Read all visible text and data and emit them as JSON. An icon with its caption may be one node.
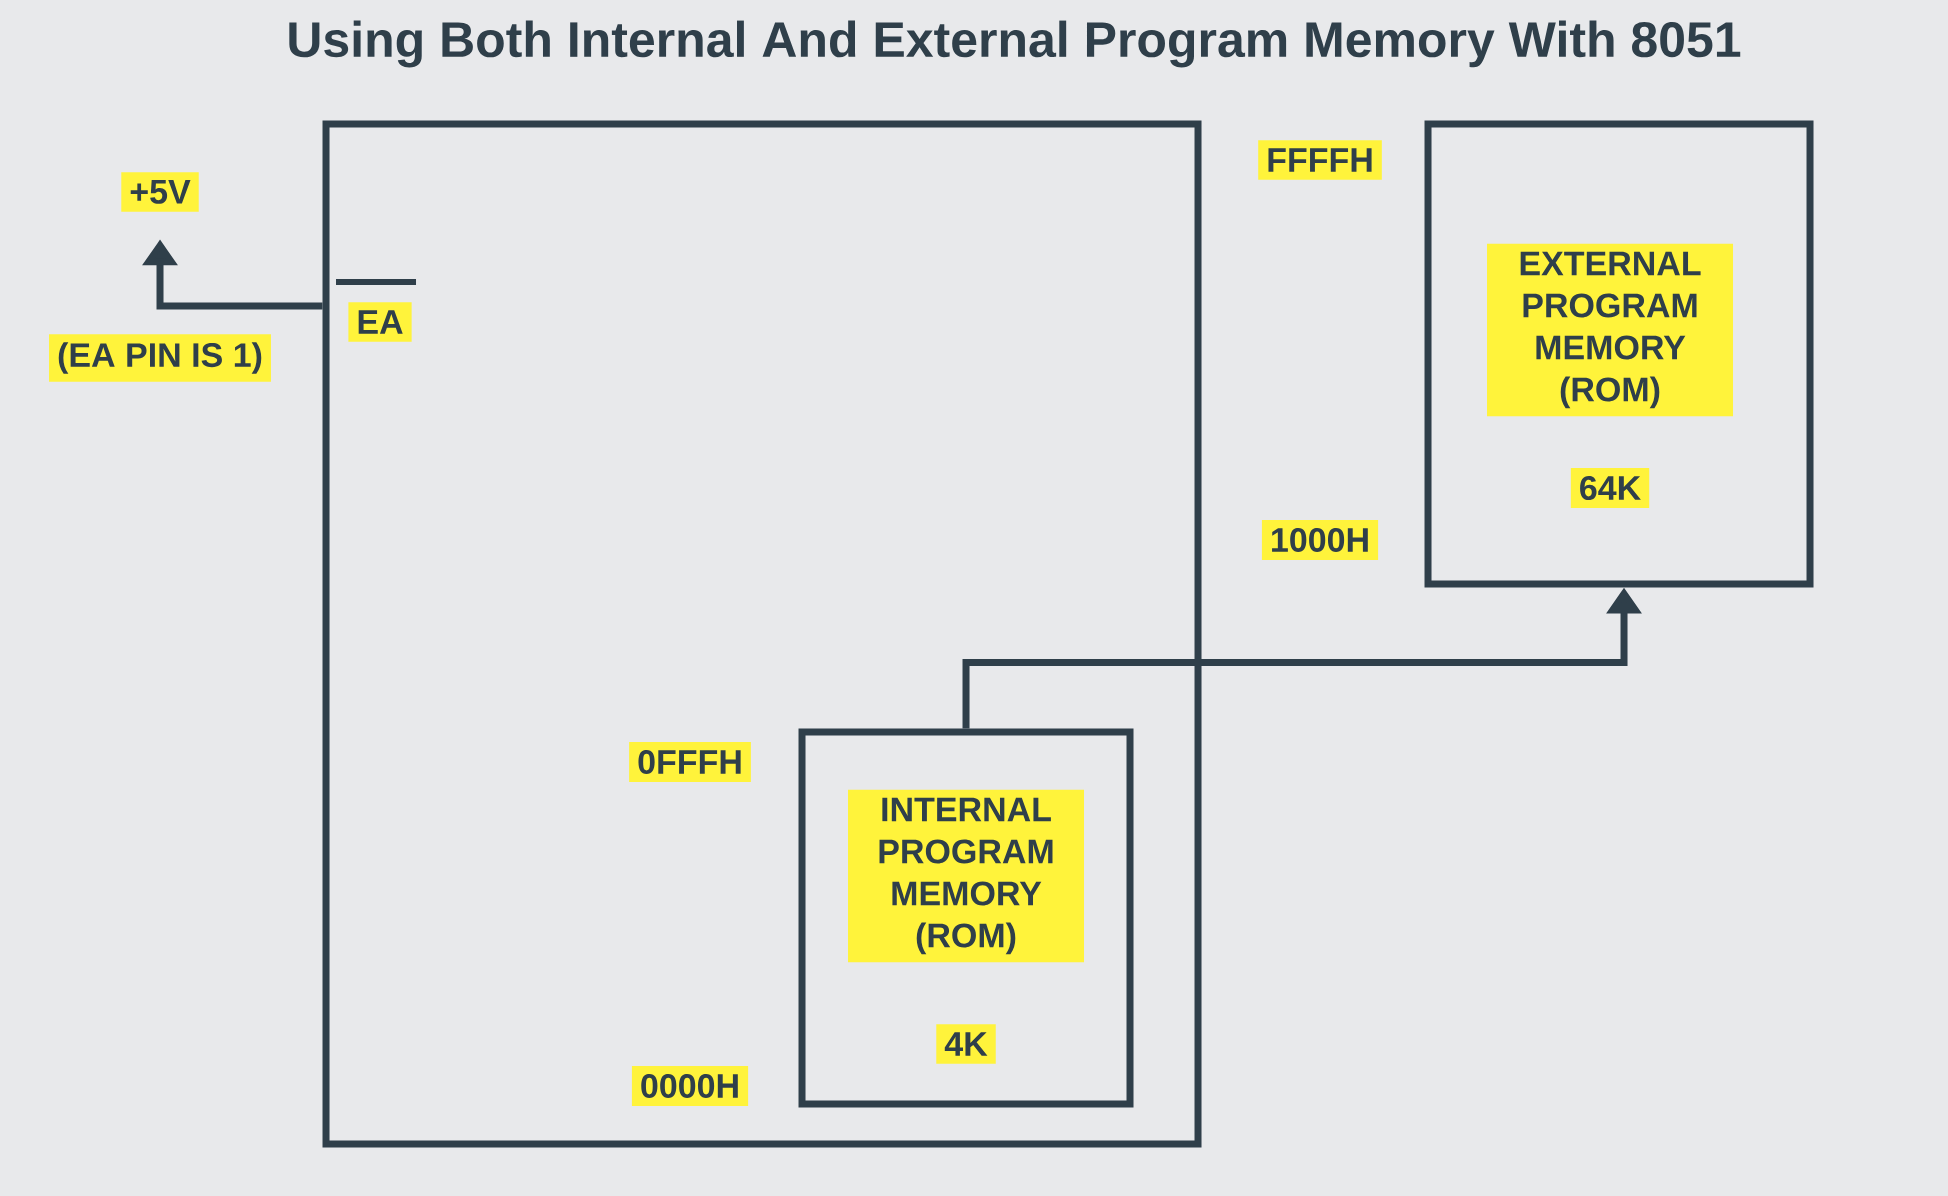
{
  "diagram": {
    "title": "Using Both Internal And External Program Memory With 8051",
    "nodes": [
      {
        "text": [],
        "shape": "box"
      },
      {
        "text": [
          "INTERNAL PROGRAM MEMORY (ROM)",
          "4K"
        ],
        "in": 0
      },
      {
        "text": [
          "EXTERNAL PROGRAM MEMORY (ROM)",
          "64K"
        ]
      },
      {
        "text": [
          "+5V"
        ]
      }
    ],
    "edges": [
      {
        "from": 1,
        "to": 2,
        "arrow": "to"
      },
      {
        "from": 0,
        "to": 3,
        "arrow": "to"
      }
    ],
    "labels": [
      "EA",
      "(EA PIN IS 1)",
      "FFFFH",
      "1000H",
      "0FFFH",
      "0000H"
    ]
  }
}
